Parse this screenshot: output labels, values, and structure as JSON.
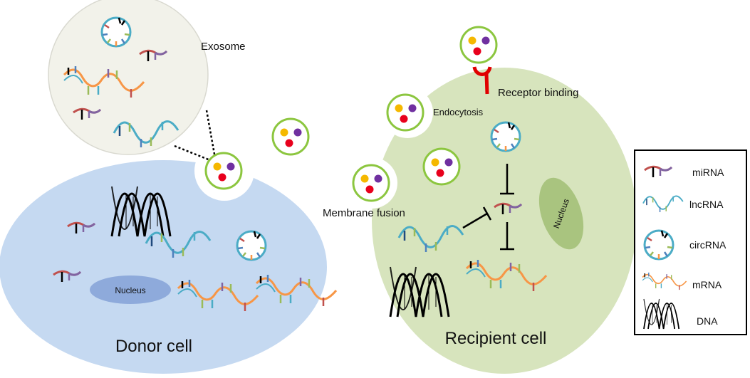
{
  "labels": {
    "exosome": "Exosome",
    "receptor_binding": "Receptor binding",
    "endocytosis": "Endocytosis",
    "membrane_fusion": "Membrane fusion",
    "donor_nucleus": "Nucleus",
    "recipient_nucleus": "Nucleus",
    "donor_cell": "Donor cell",
    "recipient_cell": "Recipient cell"
  },
  "legend": {
    "items": [
      "miRNA",
      "lncRNA",
      "circRNA",
      "mRNA",
      "DNA"
    ]
  },
  "colors": {
    "donor_cell": "#c5d9f1",
    "recipient_cell": "#d7e4bd",
    "exosome_zoom": "#f2f2ea",
    "vesicle_ring": "#8cc63f",
    "dot_yellow": "#f5b800",
    "dot_purple": "#7030a0",
    "dot_red": "#e8001c",
    "receptor": "#e00000",
    "nucleus_donor": "#8eaadb",
    "nucleus_recipient": "#a9c47f"
  }
}
